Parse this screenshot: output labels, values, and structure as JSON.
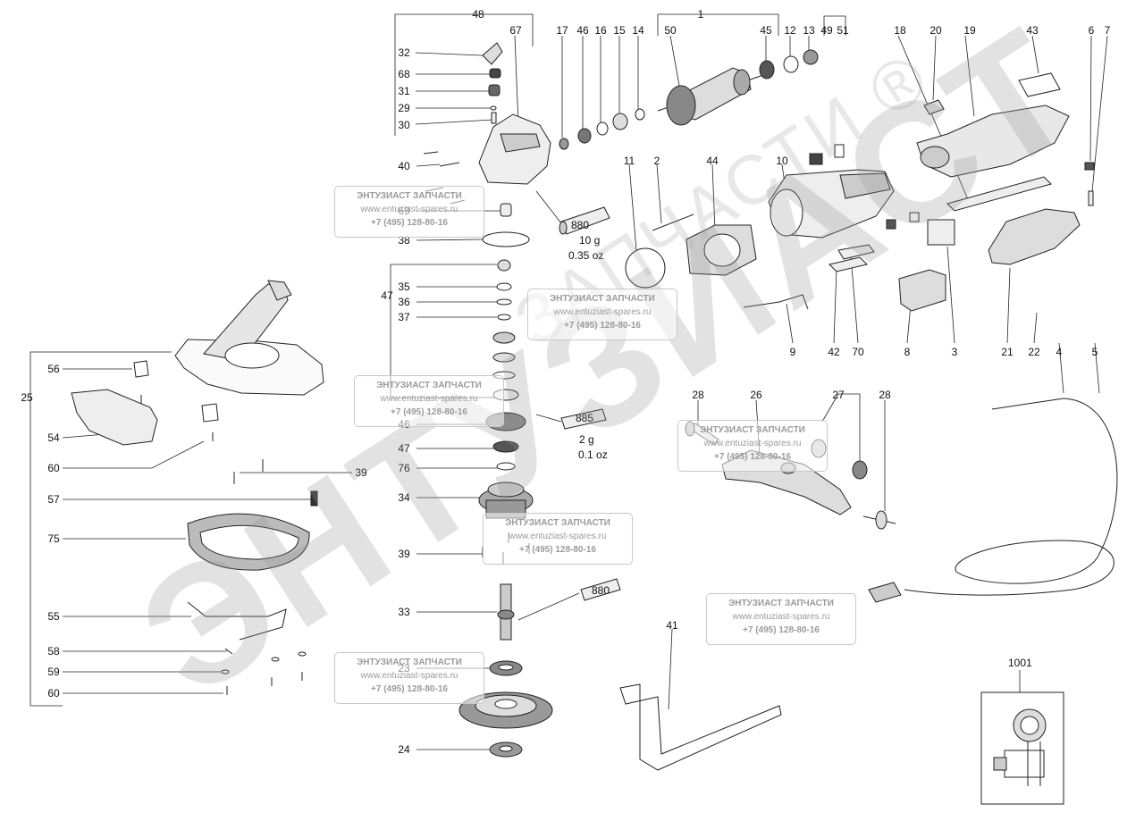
{
  "watermark": {
    "big_text": "ЭНТУЗИАСТ",
    "small_text": "ЗАПЧАСТИ ®",
    "stamp_line1": "ЭНТУЗИАСТ ЗАПЧАСТИ",
    "stamp_line2": "www.entuziast-spares.ru",
    "stamp_line3": "+7 (495) 128-80-16"
  },
  "grease_notes": {
    "a_code": "880",
    "a_amount": "10 g",
    "a_oz": "0.35 oz",
    "b_code": "885",
    "b_amount": "2 g",
    "b_oz": "0.1 oz",
    "c_code": "880"
  },
  "wiring_label": "1001",
  "part_labels": [
    "48",
    "67",
    "32",
    "68",
    "31",
    "29",
    "30",
    "40",
    "69",
    "38",
    "17",
    "46",
    "16",
    "15",
    "14",
    "50",
    "1",
    "45",
    "12",
    "13",
    "49",
    "51",
    "18",
    "20",
    "19",
    "43",
    "6",
    "7",
    "11",
    "2",
    "44",
    "10",
    "9",
    "42",
    "70",
    "8",
    "3",
    "21",
    "22",
    "4",
    "5",
    "47",
    "35",
    "36",
    "37",
    "46",
    "47",
    "76",
    "34",
    "39",
    "33",
    "23",
    "24",
    "25",
    "56",
    "54",
    "60",
    "57",
    "75",
    "55",
    "58",
    "59",
    "60",
    "39",
    "28",
    "26",
    "27",
    "28",
    "41"
  ]
}
